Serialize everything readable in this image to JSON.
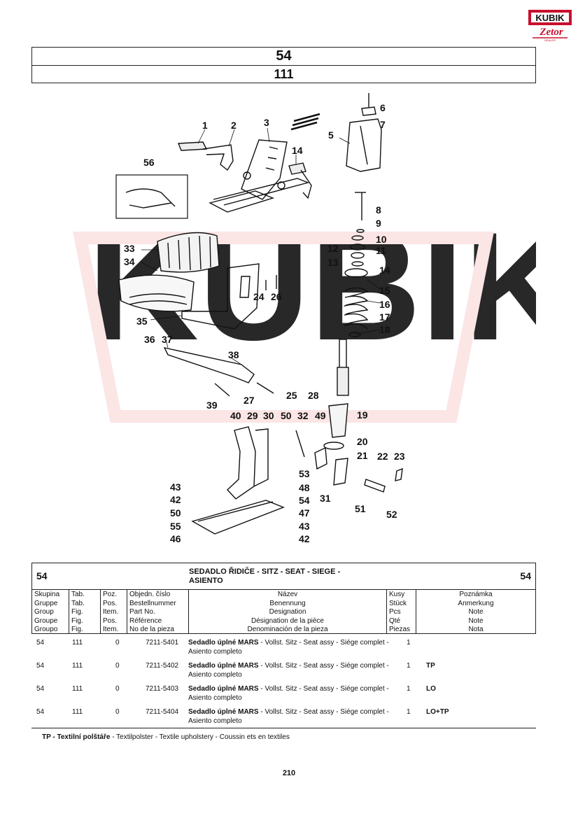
{
  "logo": {
    "brand": "KUBIK",
    "sub": "Zetor",
    "dealer": "DEALER"
  },
  "header": {
    "group": "54",
    "figure": "111"
  },
  "callouts": [
    "1",
    "2",
    "3",
    "14",
    "56",
    "5",
    "6",
    "7",
    "8",
    "9",
    "10",
    "11",
    "12",
    "13",
    "14",
    "15",
    "16",
    "17",
    "18",
    "33",
    "34",
    "35",
    "36",
    "37",
    "24",
    "26",
    "38",
    "39",
    "27",
    "25",
    "28",
    "40",
    "29",
    "30",
    "50",
    "32",
    "49",
    "19",
    "20",
    "21",
    "22",
    "23",
    "53",
    "48",
    "31",
    "43",
    "42",
    "54",
    "51",
    "52",
    "50",
    "55",
    "47",
    "43",
    "46",
    "42"
  ],
  "watermark_text": "KUBIK",
  "table": {
    "group": "54",
    "name_line1": "SEDADLO ŘIDIČE - SITZ - SEAT - SIEGE -",
    "name_line2": "ASIENTO",
    "cols": {
      "c1": [
        "Skupina",
        "Gruppe",
        "Group",
        "Groupe",
        "Groupo"
      ],
      "c2": [
        "Tab.",
        "Tab.",
        "Fig.",
        "Fig.",
        "Fig."
      ],
      "c3": [
        "Poz.",
        "Pos.",
        "Item.",
        "Pos.",
        "Item."
      ],
      "c4": [
        "Objedn. číslo",
        "Bestellnummer",
        "Part No.",
        "Référence",
        "No de la pieza"
      ],
      "c5": [
        "Název",
        "Benennung",
        "Designation",
        "Désignation de la pièce",
        "Denominación de la pieza"
      ],
      "c6": [
        "Kusy",
        "Stück",
        "Pcs",
        "Qté",
        "Piezas"
      ],
      "c7": [
        "Poznámka",
        "Anmerkung",
        "Note",
        "Note",
        "Nota"
      ]
    }
  },
  "rows": [
    {
      "group": "54",
      "tab": "111",
      "pos": "0",
      "no": "7211-5401",
      "bold": "Sedadlo úplné MARS",
      "rest": " - Vollst. Sitz - Seat assy - Siége complet - Asiento completo",
      "qty": "1",
      "note": ""
    },
    {
      "group": "54",
      "tab": "111",
      "pos": "0",
      "no": "7211-5402",
      "bold": "Sedadlo úplné MARS",
      "rest": " - Vollst. Sitz - Seat assy - Siége complet - Asiento completo",
      "qty": "1",
      "note": "TP"
    },
    {
      "group": "54",
      "tab": "111",
      "pos": "0",
      "no": "7211-5403",
      "bold": "Sedadlo úplné MARS",
      "rest": " - Vollst. Sitz - Seat assy - Siége complet - Asiento completo",
      "qty": "1",
      "note": "LO"
    },
    {
      "group": "54",
      "tab": "111",
      "pos": "0",
      "no": "7211-5404",
      "bold": "Sedadlo úplné MARS",
      "rest": " - Vollst. Sitz - Seat assy - Siége complet - Asiento completo",
      "qty": "1",
      "note": "LO+TP"
    }
  ],
  "footnote": {
    "bold": "TP - Textilní polštáře",
    "rest": " - Textilpolster - Textile upholstery - Coussin ets en textiles"
  },
  "page_number": "210",
  "colors": {
    "brand_red": "#c8102e",
    "watermark": "#fbe3e3"
  }
}
